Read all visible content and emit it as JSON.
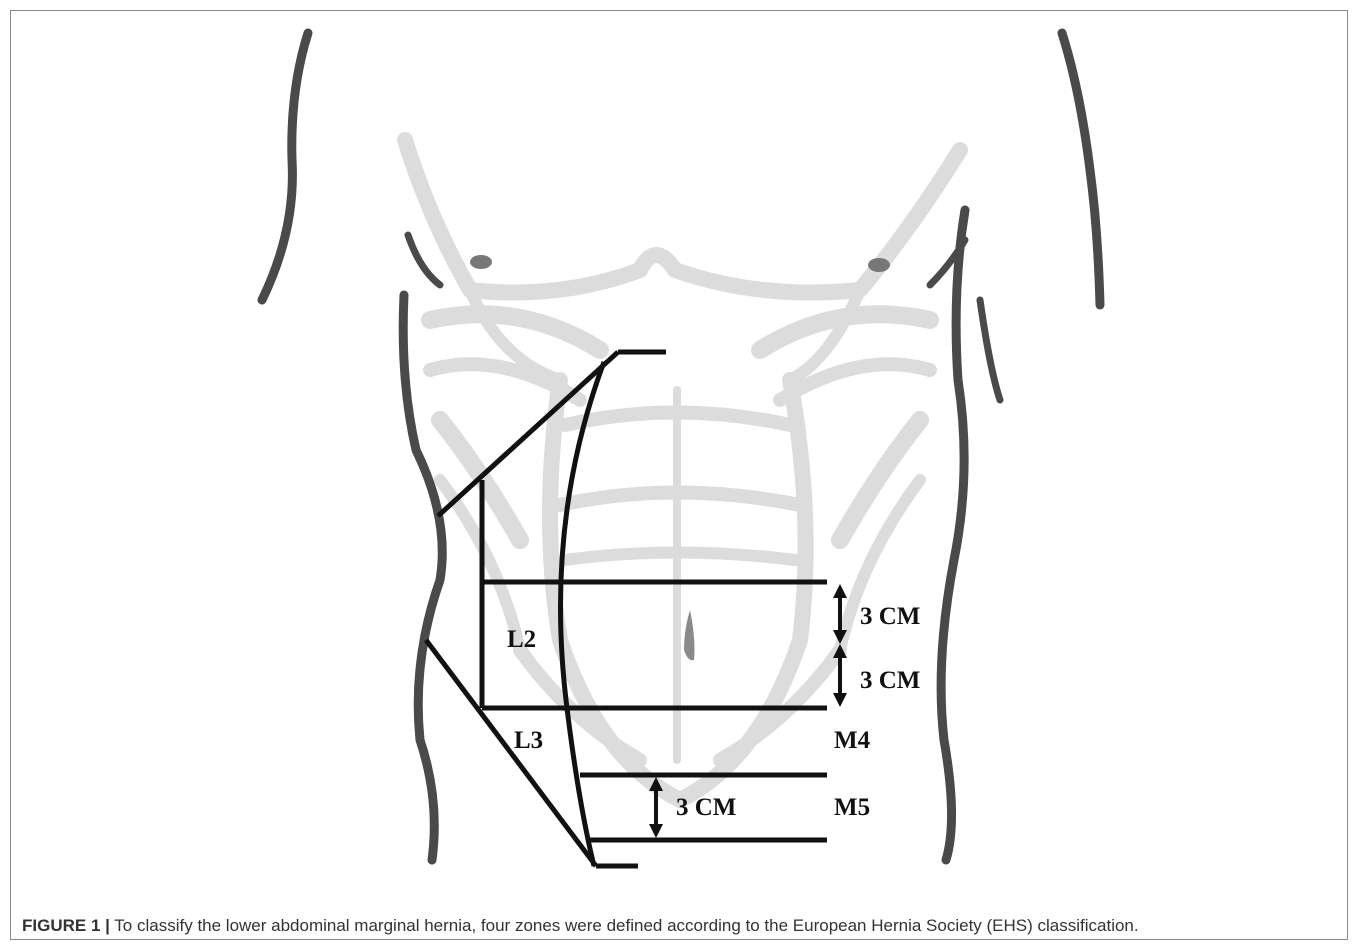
{
  "figure": {
    "zones": {
      "l2": "L2",
      "l3": "L3",
      "m4": "M4",
      "m5": "M5"
    },
    "dimensions": {
      "upper": "3 CM",
      "middle": "3 CM",
      "lower": "3 CM"
    },
    "caption": {
      "label": "FIGURE 1 |",
      "text": " To classify the lower abdominal marginal hernia, four zones were defined according to the European Hernia Society (EHS) classification."
    },
    "colors": {
      "body_outline": "#4a4a4a",
      "muscle": "#d9d9d9",
      "lines": "#111111"
    }
  }
}
